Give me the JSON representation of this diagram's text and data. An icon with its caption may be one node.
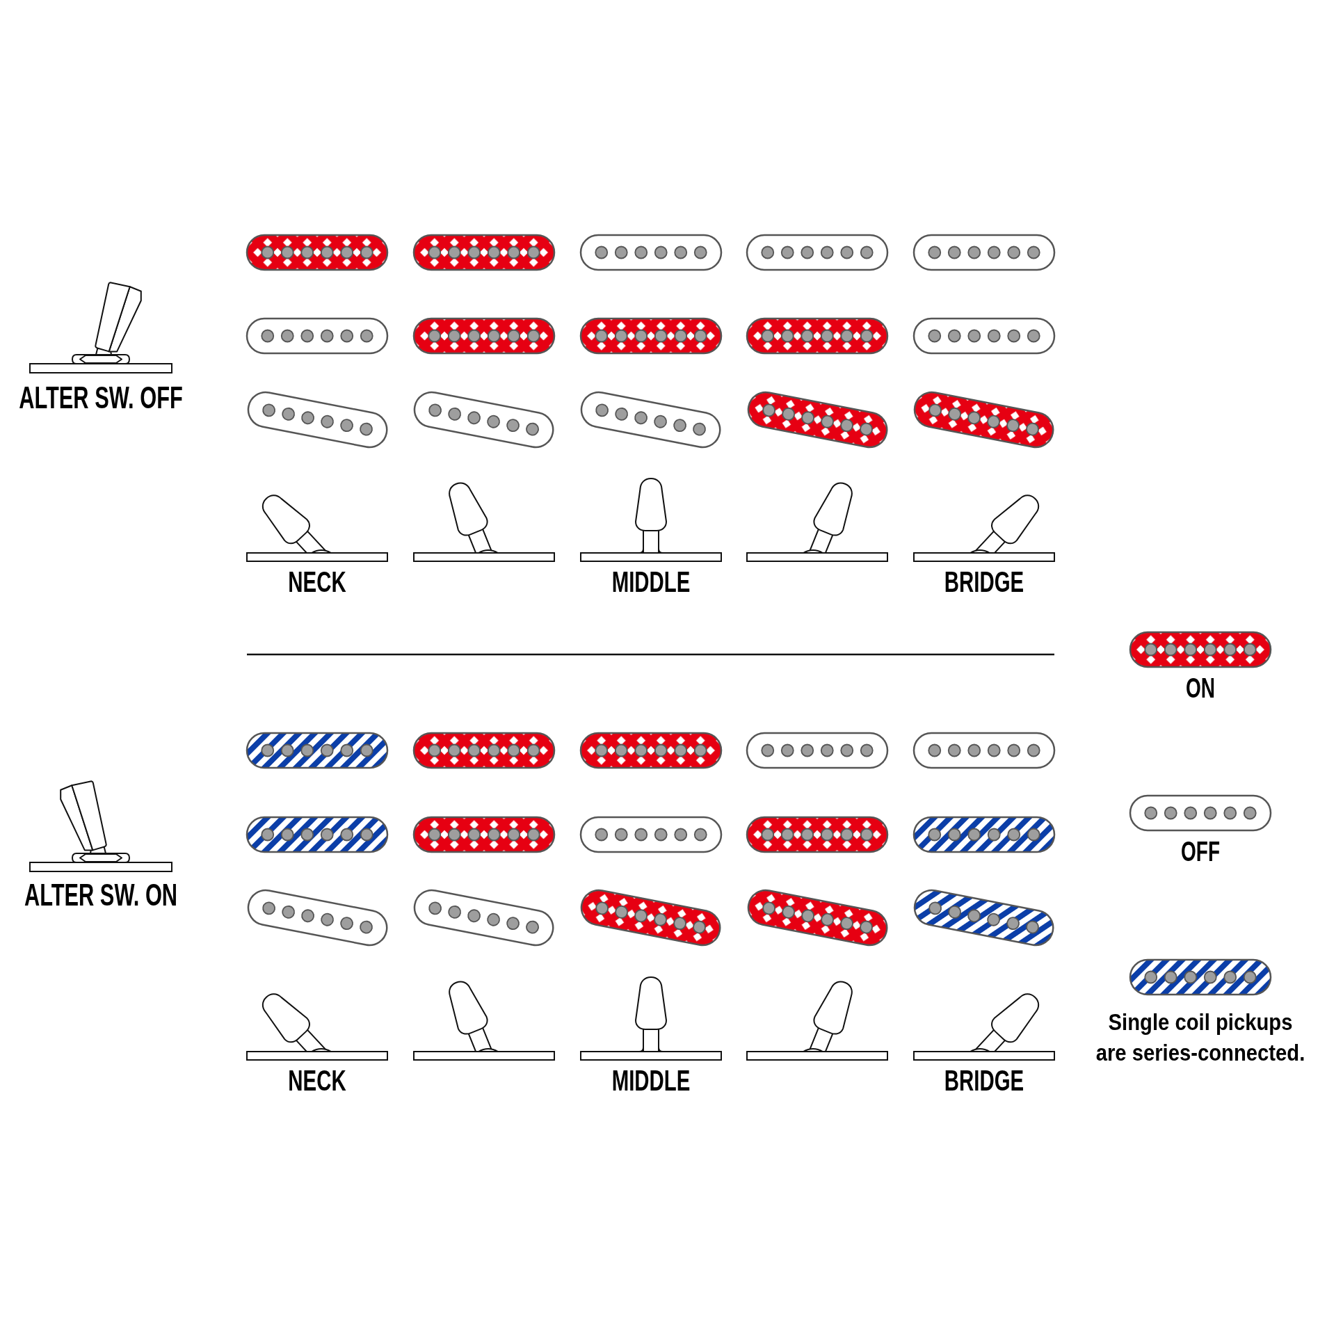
{
  "diagram": {
    "labels": [
      "ALTER SW. OFF",
      "NECK",
      "MIDDLE",
      "BRIDGE",
      "ALTER SW. ON",
      "NECK",
      "MIDDLE",
      "BRIDGE"
    ],
    "legend": [
      {
        "text": "ON",
        "color": "#e60012"
      },
      {
        "text": "OFF"
      },
      {
        "text": "Single coil pickups are series-connected.",
        "color": "#0b3ea8"
      }
    ]
  }
}
